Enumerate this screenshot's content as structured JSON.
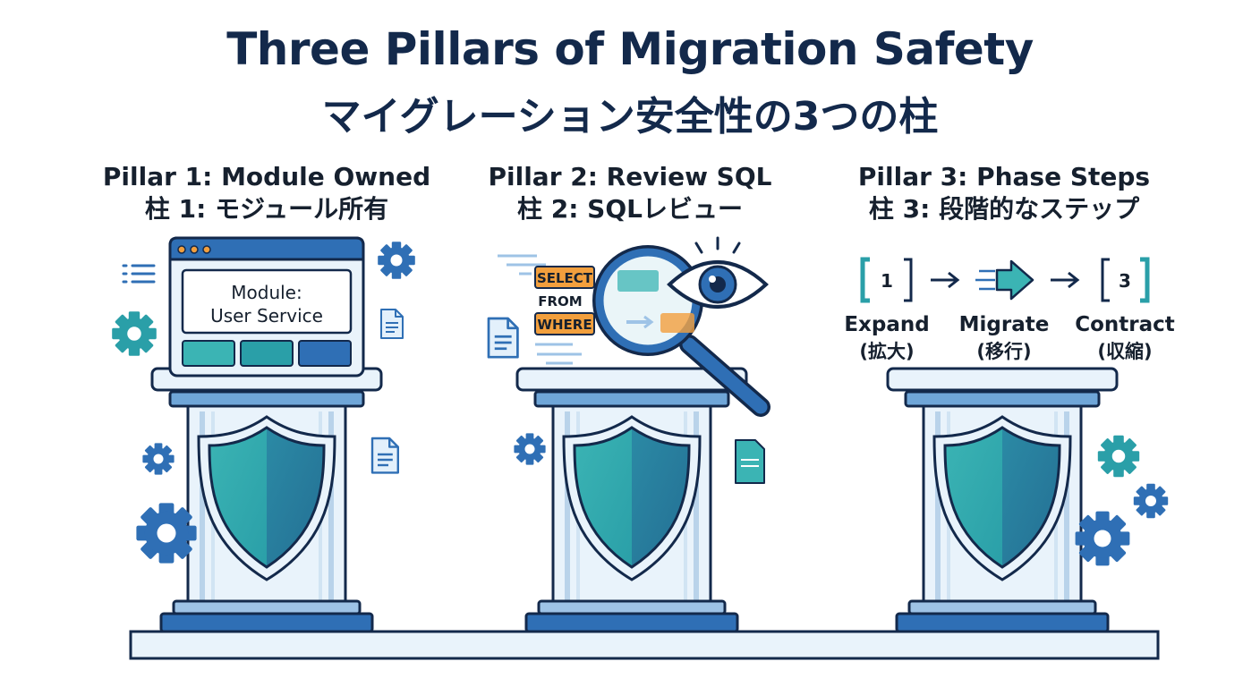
{
  "title": {
    "en": "Three Pillars of Migration Safety",
    "jp": "マイグレーション安全性の3つの柱"
  },
  "pillars": [
    {
      "title_en": "Pillar 1: Module Owned",
      "title_jp": "柱 1: モジュール所有",
      "window": {
        "label_line1": "Module:",
        "label_line2": "User Service"
      }
    },
    {
      "title_en": "Pillar 2: Review SQL",
      "title_jp": "柱 2: SQLレビュー",
      "sql": {
        "select": "SELECT",
        "from": "FROM",
        "where": "WHERE"
      }
    },
    {
      "title_en": "Pillar 3: Phase Steps",
      "title_jp": "柱 3: 段階的なステップ",
      "steps": [
        {
          "badge": "1",
          "label_en": "Expand",
          "label_jp": "(拡大)"
        },
        {
          "badge": "",
          "label_en": "Migrate",
          "label_jp": "(移行)"
        },
        {
          "badge": "3",
          "label_en": "Contract",
          "label_jp": "(収縮)"
        }
      ]
    }
  ]
}
